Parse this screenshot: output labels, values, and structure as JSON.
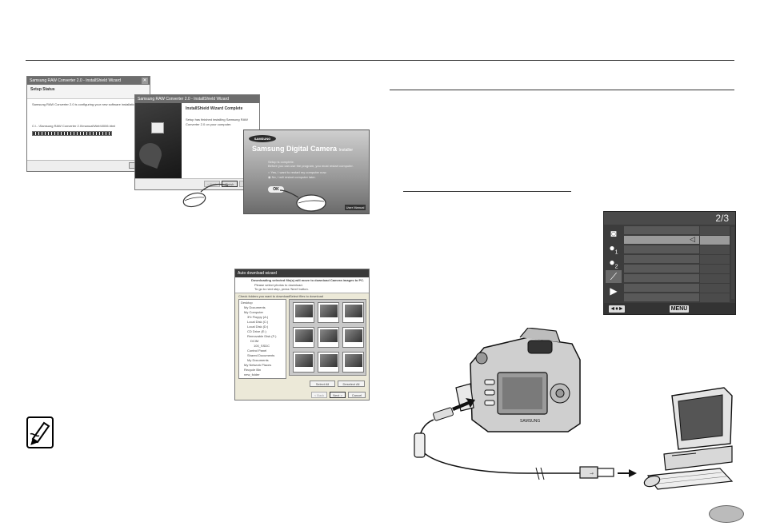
{
  "setup_status": {
    "title": "Samsung RAW Converter 2.0 - InstallShield Wizard",
    "heading": "Setup Status",
    "body": "Samsung RAW Converter 2.0 is configuring your new software installation.",
    "path": "C:\\...\\Samsung RAW Converter 2.0\\manual\\Web\\0006.html"
  },
  "wizard_complete": {
    "title": "Samsung RAW Converter 2.0 - InstallShield Wizard",
    "heading": "InstallShield Wizard Complete",
    "body": "Setup has finished installing Samsung RAW Converter 2.0 on your computer.",
    "back": "< Back",
    "finish": "Finish",
    "cancel": "Cancel"
  },
  "installer": {
    "brand": "SAMSUNG",
    "title": "Samsung Digital Camera",
    "suffix": "Installer",
    "line1": "Setup is complete.",
    "line2": "Before you can use the program, you must restart computer.",
    "opt1": "Yes, I want to restart my computer now.",
    "opt2": "No, I will restart computer later.",
    "ok": "OK",
    "manual": "User Manual"
  },
  "download_wizard": {
    "title": "Auto download wizard",
    "line1": "Downloading selected file(s) will move to download Camera images to PC.",
    "line2": "Please select photos to download.",
    "line3": "To go to next step, press 'Next' button.",
    "left_caption": "Check folders you want to download",
    "right_caption": "Select files to download",
    "tree": [
      "Desktop",
      "My Documents",
      "My Computer",
      "3½ Floppy (A:)",
      "Local Disk (C:)",
      "Local Disk (D:)",
      "CD Drive (E:)",
      "Removable Disk (F:)",
      "DCIM",
      "100_SSDC",
      "Control Panel",
      "Shared Documents",
      "My Documents",
      "My Network Places",
      "Recycle Bin",
      "new_folder"
    ],
    "select_all": "Select All",
    "deselect_all": "Deselect All",
    "back": "< Back",
    "next": "Next >",
    "cancel": "Cancel"
  },
  "lcd_menu": {
    "page": "2/3",
    "footer_nav": "◄♦►",
    "footer_menu": "MENU",
    "marker": "◁"
  },
  "camera_brand": "SAMSUNG",
  "colors": {
    "lcd_bg": "#3c3c3c",
    "lcd_highlight": "#9a9a9a"
  }
}
